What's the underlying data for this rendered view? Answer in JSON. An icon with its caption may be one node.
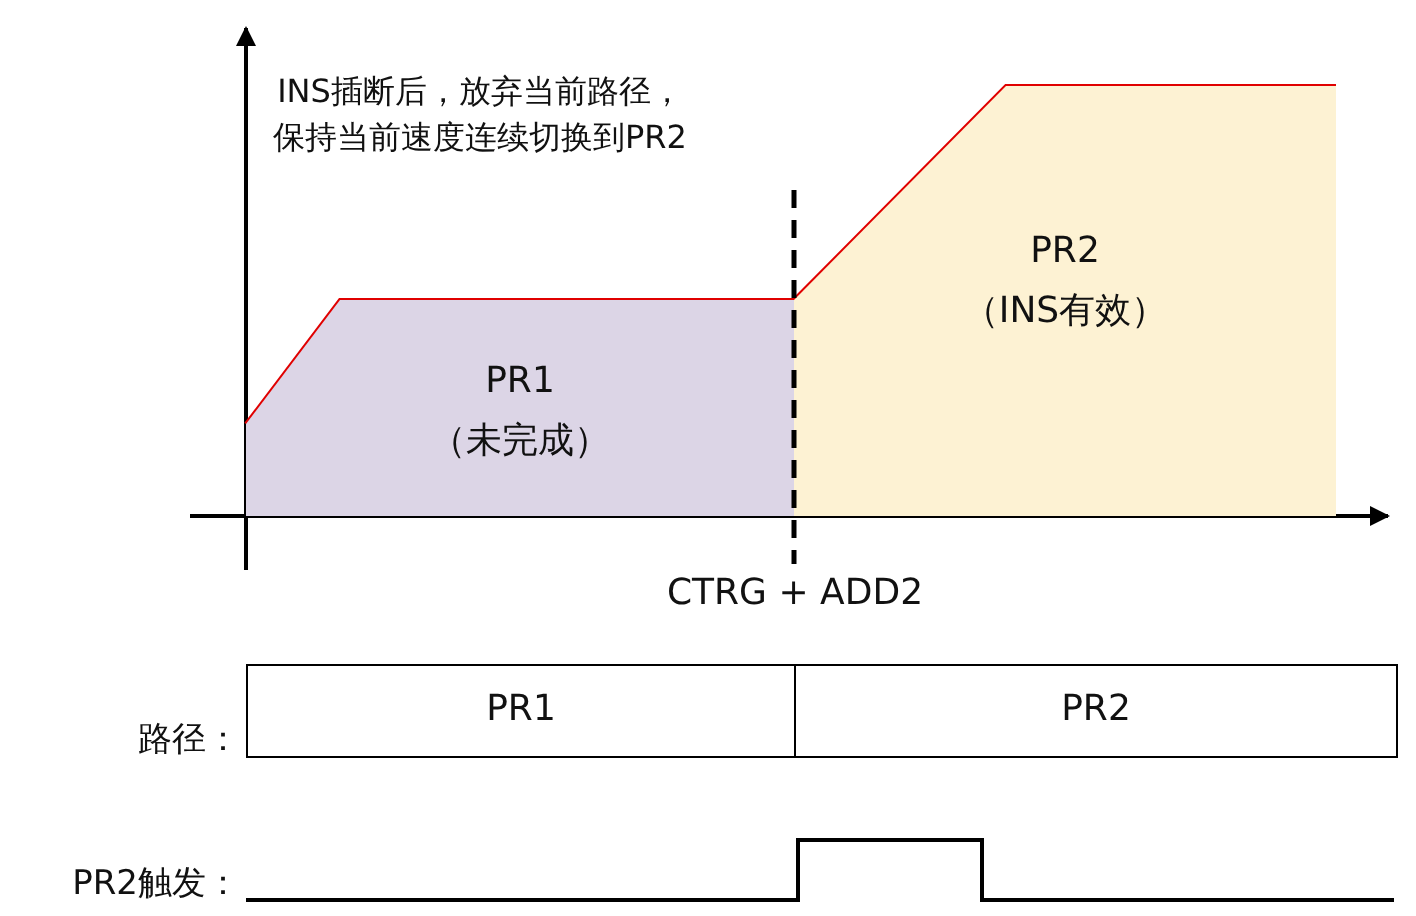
{
  "diagram": {
    "nodes": [
      {
        "text": [
          "PR1",
          "（未完成）"
        ]
      },
      {
        "text": [
          "PR2",
          "（INS有效）"
        ]
      },
      {
        "text": [
          "PR1"
        ]
      },
      {
        "text": [
          "PR2"
        ]
      }
    ],
    "labels": [
      "INS插断后，放弃当前路径，保持当前速度连续切换到PR2",
      "CTRG + ADD2",
      "路径：",
      "PR2触发："
    ]
  }
}
